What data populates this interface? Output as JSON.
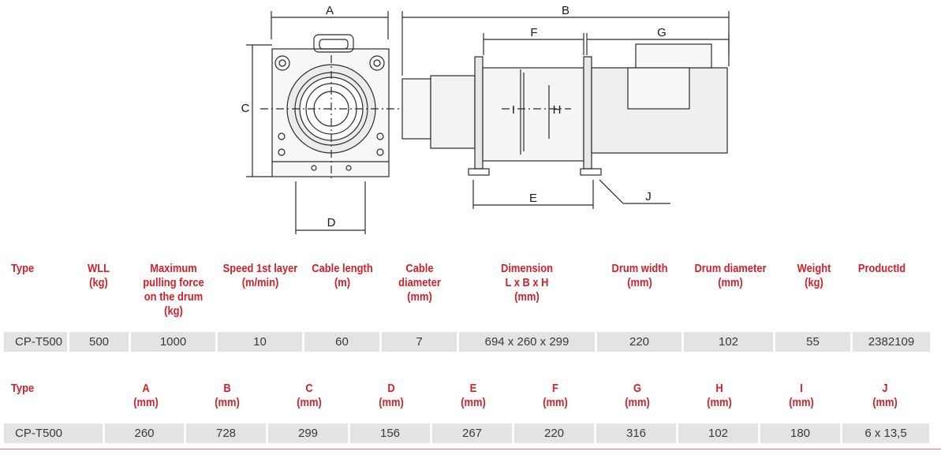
{
  "drawing": {
    "dimension_labels": {
      "A": "A",
      "B": "B",
      "C": "C",
      "D": "D",
      "E": "E",
      "F": "F",
      "G": "G",
      "H": "H",
      "I": "I",
      "J": "J"
    }
  },
  "table1": {
    "headers": [
      "Type",
      "WLL\n(kg)",
      "Maximum\npulling force\non the drum\n(kg)",
      "Speed 1st layer\n(m/min)",
      "Cable length\n(m)",
      "Cable\ndiameter\n(mm)",
      "Dimension\nL x B x H\n(mm)",
      "Drum width\n(mm)",
      "Drum diameter\n(mm)",
      "Weight\n(kg)",
      "ProductId"
    ],
    "row": [
      "CP-T500",
      "500",
      "1000",
      "10",
      "60",
      "7",
      "694 x 260 x 299",
      "220",
      "102",
      "55",
      "2382109"
    ]
  },
  "table2": {
    "headers": [
      "Type",
      "A\n(mm)",
      "B\n(mm)",
      "C\n(mm)",
      "D\n(mm)",
      "E\n(mm)",
      "F\n(mm)",
      "G\n(mm)",
      "H\n(mm)",
      "I\n(mm)",
      "J\n(mm)"
    ],
    "row": [
      "CP-T500",
      "260",
      "728",
      "299",
      "156",
      "267",
      "220",
      "316",
      "102",
      "180",
      "6 x 13,5"
    ]
  },
  "colors": {
    "header_red": "#d3202a",
    "cell_bg": "#e3e3e4",
    "rule": "#e07a80"
  }
}
